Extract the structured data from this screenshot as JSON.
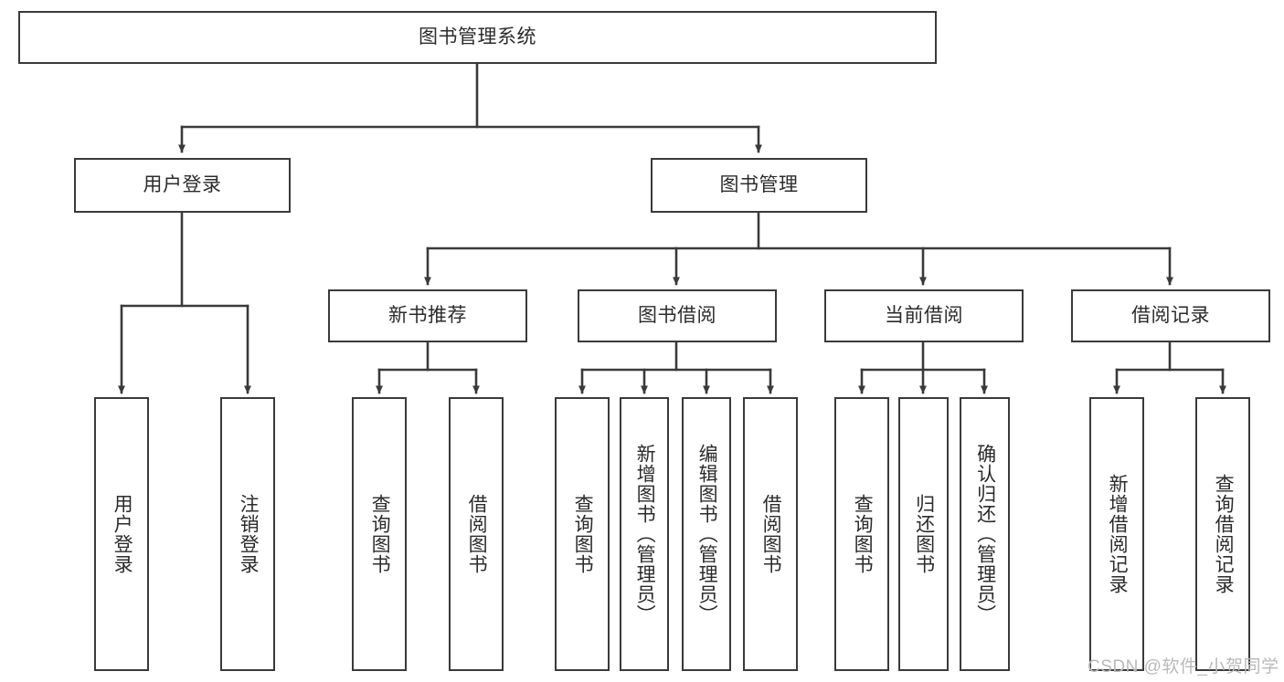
{
  "diagram": {
    "type": "tree",
    "title": "图书管理系统",
    "orientation": "top-down",
    "colors": {
      "box_border": "#3a3a3a",
      "box_fill": "#ffffff",
      "connector": "#3a3a3a",
      "text": "#2b2b2b",
      "watermark": "#b9b9b9",
      "background": "#ffffff"
    },
    "root": {
      "label": "图书管理系统"
    },
    "level1": [
      {
        "id": "user-login",
        "label": "用户登录"
      },
      {
        "id": "book-management",
        "label": "图书管理"
      }
    ],
    "level2": [
      {
        "id": "new-book-recommend",
        "label": "新书推荐",
        "parent": "book-management"
      },
      {
        "id": "book-borrow",
        "label": "图书借阅",
        "parent": "book-management"
      },
      {
        "id": "current-borrow",
        "label": "当前借阅",
        "parent": "book-management"
      },
      {
        "id": "borrow-record",
        "label": "借阅记录",
        "parent": "book-management"
      }
    ],
    "leaves": {
      "user-login": [
        {
          "id": "leaf-user-login",
          "label": "用户登录"
        },
        {
          "id": "leaf-logout-login",
          "label": "注销登录"
        }
      ],
      "new-book-recommend": [
        {
          "id": "leaf-query-book-1",
          "label": "查询图书"
        },
        {
          "id": "leaf-borrow-book-1",
          "label": "借阅图书"
        }
      ],
      "book-borrow": [
        {
          "id": "leaf-query-book-2",
          "label": "查询图书"
        },
        {
          "id": "leaf-add-book",
          "label": "新增图书（管理员）"
        },
        {
          "id": "leaf-edit-book",
          "label": "编辑图书（管理员）"
        },
        {
          "id": "leaf-borrow-book-2",
          "label": "借阅图书"
        }
      ],
      "current-borrow": [
        {
          "id": "leaf-query-book-3",
          "label": "查询图书"
        },
        {
          "id": "leaf-return-book",
          "label": "归还图书"
        },
        {
          "id": "leaf-confirm-return",
          "label": "确认归还（管理员）"
        }
      ],
      "borrow-record": [
        {
          "id": "leaf-add-record",
          "label": "新增借阅记录"
        },
        {
          "id": "leaf-query-record",
          "label": "查询借阅记录"
        }
      ]
    }
  },
  "watermark": {
    "text": "CSDN @软件_小贺同学"
  }
}
